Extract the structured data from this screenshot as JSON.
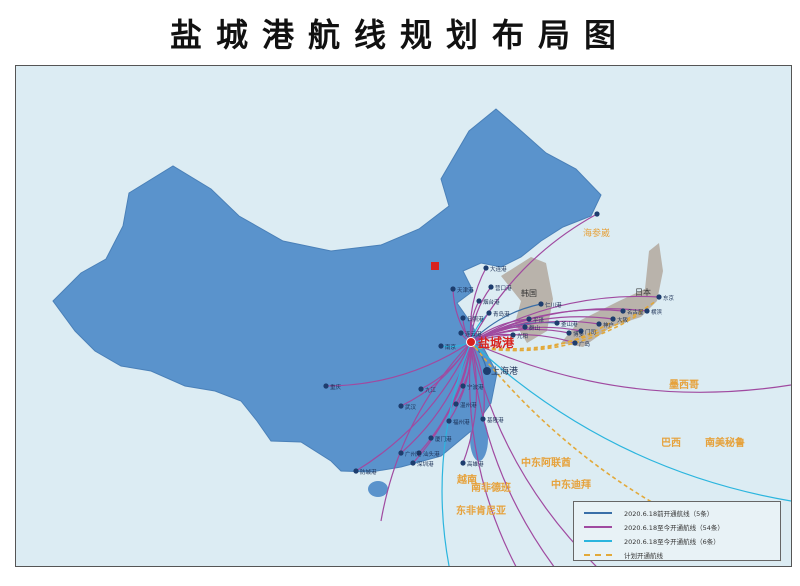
{
  "title": "盐城港航线规划布局图",
  "hub": "盐城港",
  "countries": {
    "korea": "韩国",
    "japan": "日本"
  },
  "ports": [
    "上海港",
    "大连港",
    "天津港",
    "营口港",
    "青岛港",
    "日照港",
    "连云港",
    "烟台港",
    "南京",
    "武汉",
    "重庆",
    "九江",
    "宁波港",
    "温州港",
    "福州港",
    "厦门港",
    "汕头港",
    "广州港",
    "深圳港",
    "防城港",
    "基隆港",
    "高雄港",
    "仁川港",
    "平泽",
    "群山",
    "釜山港",
    "光阳",
    "广岛",
    "门司",
    "博多",
    "神户",
    "大阪",
    "名古屋",
    "横滨",
    "东京",
    "海参崴"
  ],
  "destinations": [
    "墨西哥",
    "巴西",
    "南美秘鲁",
    "中东阿联酋",
    "中东迪拜",
    "南非德班",
    "越南",
    "东非肯尼亚"
  ],
  "legend": [
    {
      "label": "2020.6.18前开通航线（5条）",
      "color": "#3a6fa8",
      "style": "solid"
    },
    {
      "label": "2020.6.18至今开通航线（54条）",
      "color": "#a04aa0",
      "style": "solid"
    },
    {
      "label": "2020.6.18至今开通航线（6条）",
      "color": "#2bb5de",
      "style": "solid"
    },
    {
      "label": "计划开通航线",
      "color": "#e2a93a",
      "style": "dashed"
    }
  ],
  "colors": {
    "sea": "#dcecf3",
    "china": "#5a93cc",
    "neighbors": "#b9b3ab",
    "hub": "#d8221f",
    "label": "#e6a23c"
  }
}
